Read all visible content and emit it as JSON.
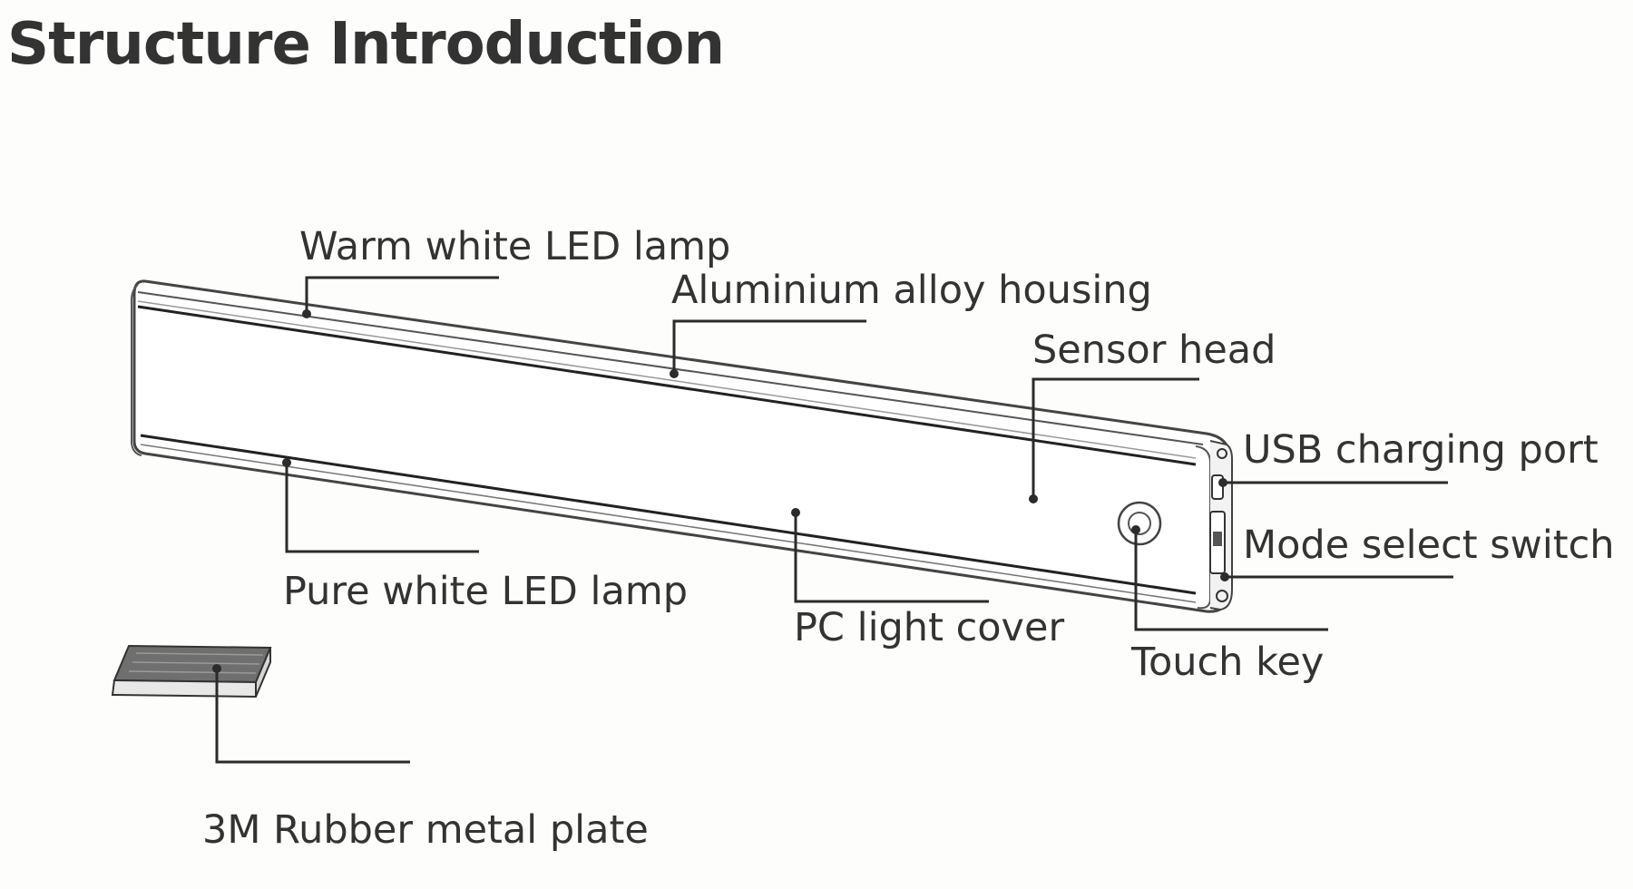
{
  "title": "Structure Introduction",
  "labels": {
    "warm_white_led_lamp": "Warm white LED lamp",
    "aluminium_alloy_housing": "Aluminium alloy housing",
    "sensor_head": "Sensor head",
    "usb_charging_port": "USB charging port",
    "mode_select_switch": "Mode select switch",
    "pure_white_led_lamp": "Pure white LED lamp",
    "pc_light_cover": "PC light cover",
    "touch_key": "Touch key",
    "rubber_metal_plate": "3M Rubber metal plate"
  }
}
